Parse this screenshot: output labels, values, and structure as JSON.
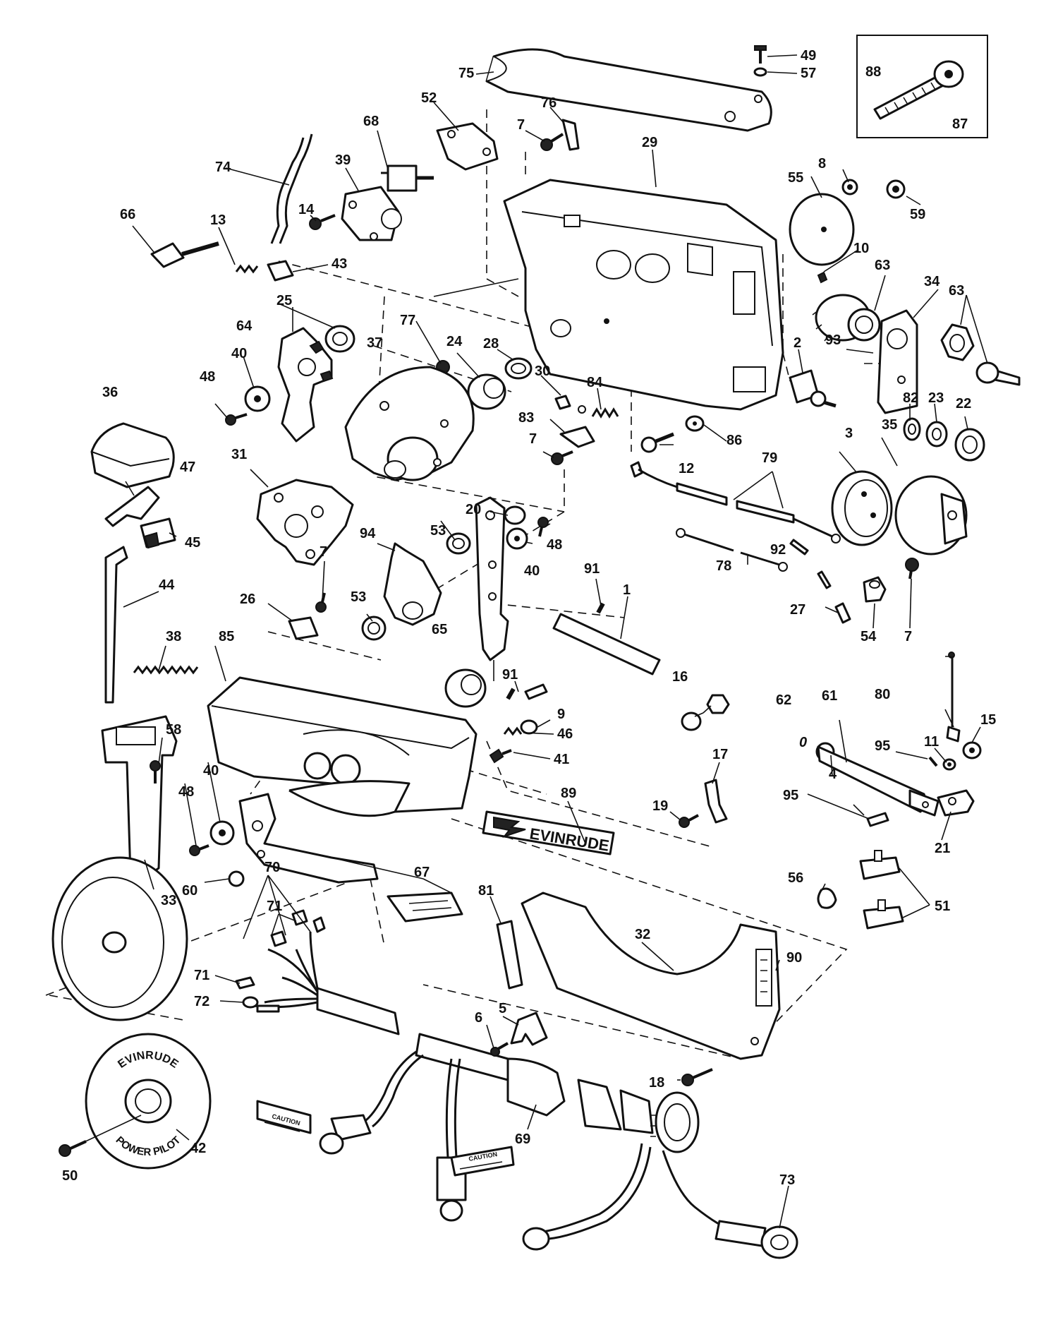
{
  "labels": {
    "l1": "1",
    "l2": "2",
    "l3": "3",
    "l4": "4",
    "l5": "5",
    "l6": "6",
    "l7a": "7",
    "l7b": "7",
    "l7c": "7",
    "l7d": "7",
    "l8": "8",
    "l9": "9",
    "l10": "10",
    "l11": "11",
    "l12": "12",
    "l13": "13",
    "l14": "14",
    "l15": "15",
    "l16": "16",
    "l17": "17",
    "l18": "18",
    "l19": "19",
    "l20": "20",
    "l21": "21",
    "l22": "22",
    "l23": "23",
    "l24": "24",
    "l25": "25",
    "l26": "26",
    "l27": "27",
    "l28": "28",
    "l29": "29",
    "l30": "30",
    "l31": "31",
    "l32": "32",
    "l33": "33",
    "l34": "34",
    "l35": "35",
    "l36": "36",
    "l37": "37",
    "l38": "38",
    "l39": "39",
    "l40a": "40",
    "l40b": "40",
    "l40c": "40",
    "l41": "41",
    "l42": "42",
    "l43": "43",
    "l44": "44",
    "l45": "45",
    "l46": "46",
    "l47": "47",
    "l48a": "48",
    "l48b": "48",
    "l48c": "48",
    "l49": "49",
    "l50": "50",
    "l51": "51",
    "l52": "52",
    "l53a": "53",
    "l53b": "53",
    "l54": "54",
    "l55": "55",
    "l56": "56",
    "l57": "57",
    "l58": "58",
    "l59": "59",
    "l60": "60",
    "l61": "61",
    "l62": "62",
    "l63a": "63",
    "l63b": "63",
    "l64": "64",
    "l65": "65",
    "l66": "66",
    "l67": "67",
    "l68": "68",
    "l69": "69",
    "l70": "70",
    "l71a": "71",
    "l71b": "71",
    "l72": "72",
    "l73": "73",
    "l74": "74",
    "l75": "75",
    "l76": "76",
    "l77": "77",
    "l78": "78",
    "l79": "79",
    "l80": "80",
    "l81": "81",
    "l82": "82",
    "l83": "83",
    "l84": "84",
    "l85": "85",
    "l86": "86",
    "l87": "87",
    "l88": "88",
    "l89": "89",
    "l90": "90",
    "l91a": "91",
    "l91b": "91",
    "l92": "92",
    "l93": "93",
    "l94": "94",
    "l95a": "95",
    "l95b": "95",
    "l62o": "0"
  },
  "decals": {
    "brand": "EVINRUDE",
    "wheel_top": "EVINRUDE",
    "wheel_bottom": "POWER PILOT",
    "caution1": "CAUTION",
    "caution2": "CAUTION"
  }
}
